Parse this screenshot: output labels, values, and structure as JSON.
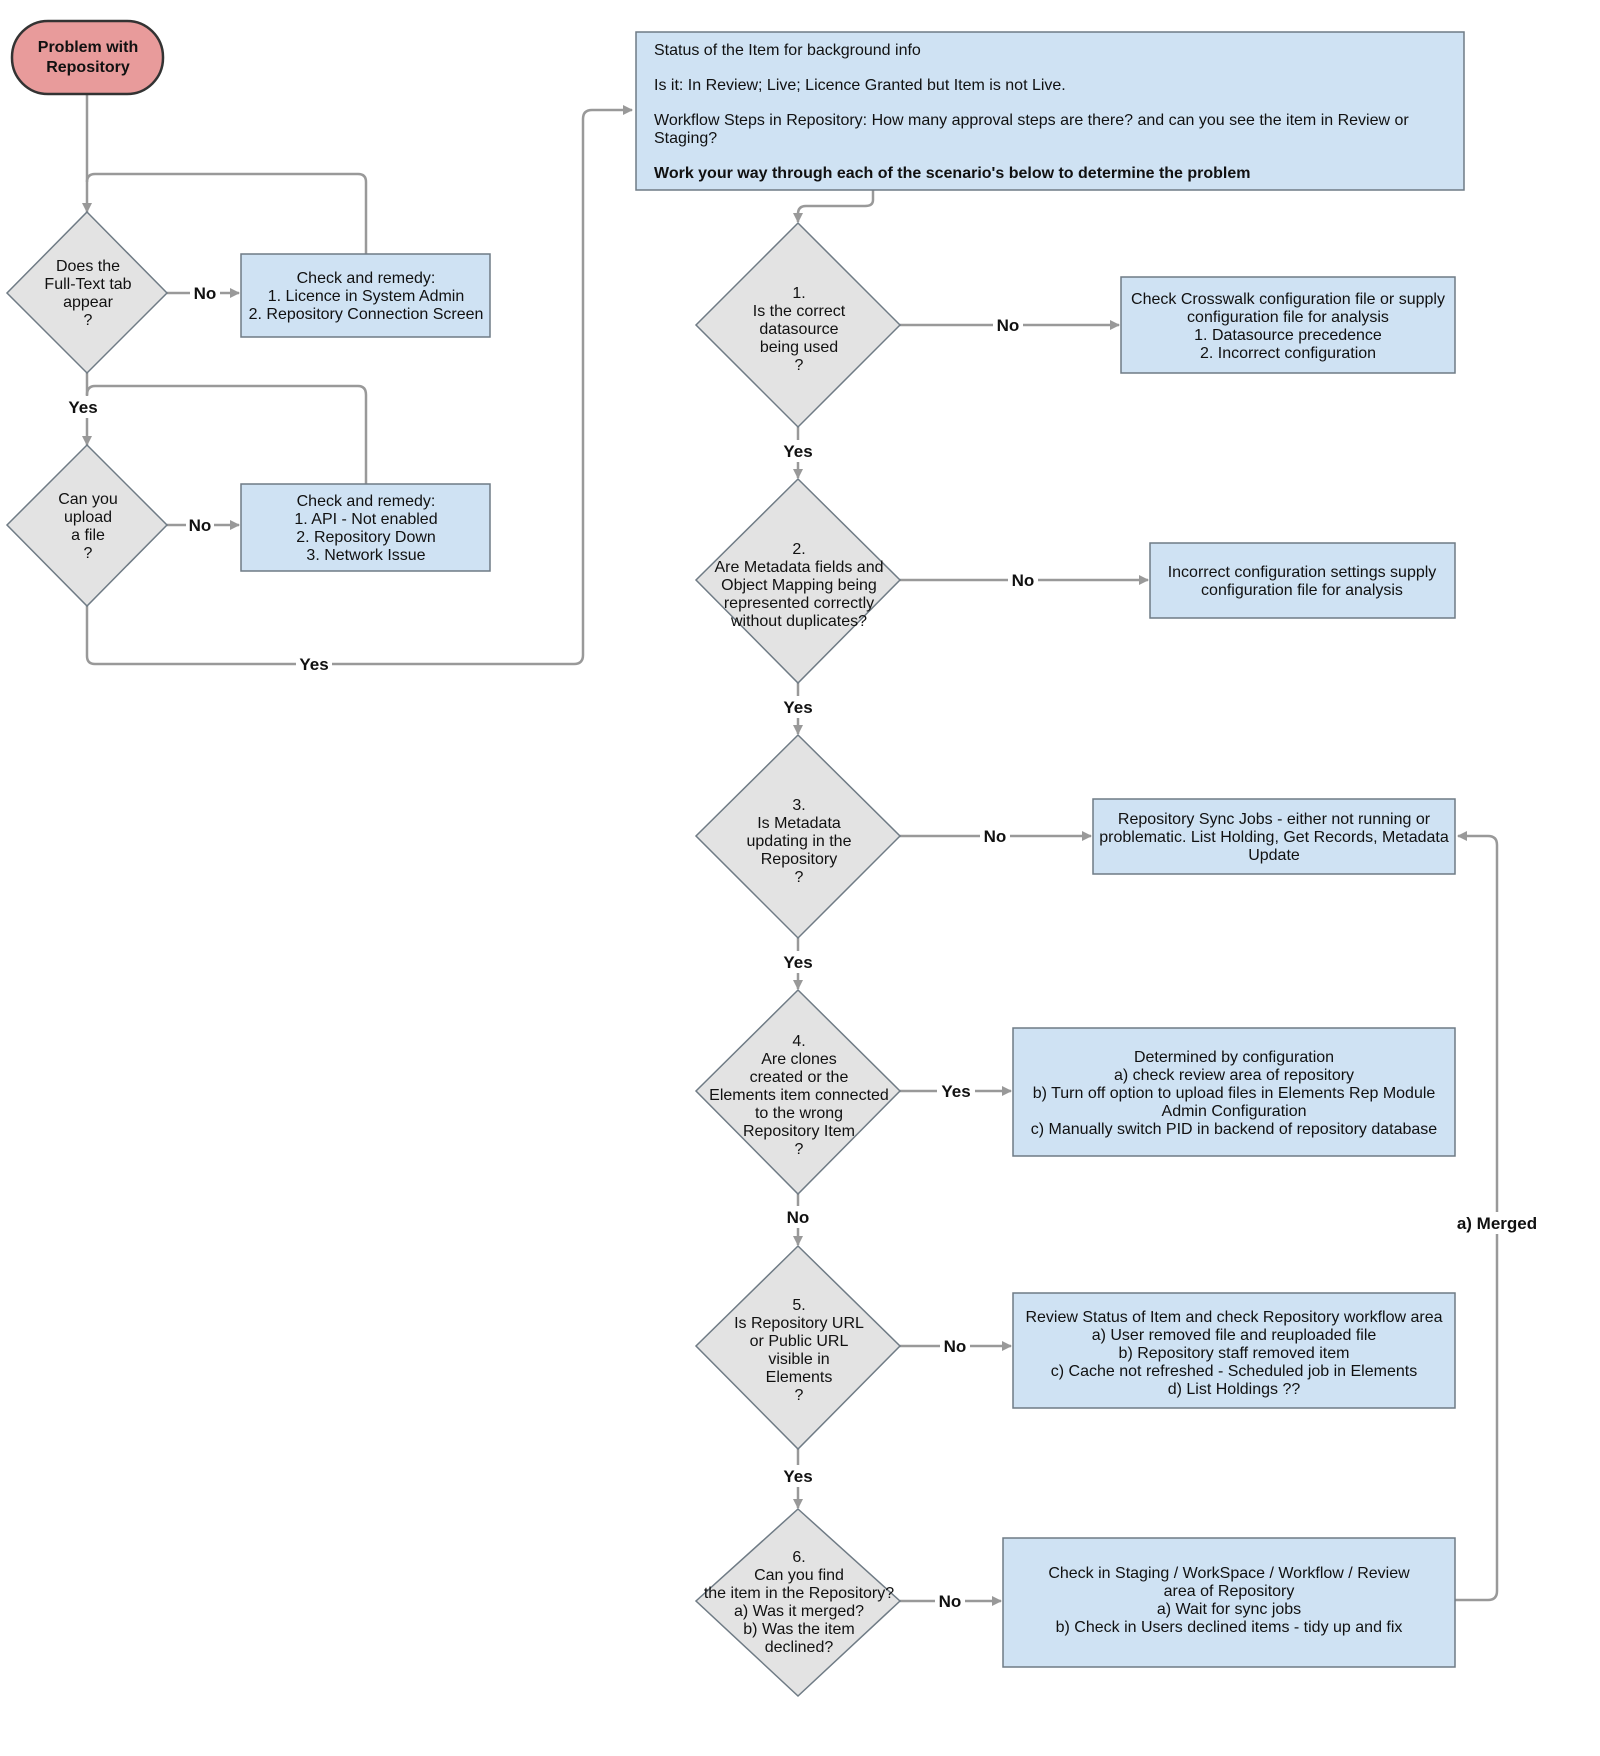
{
  "start": {
    "lines": [
      "Problem with",
      "Repository"
    ]
  },
  "q_fulltext": {
    "lines": [
      "Does the",
      "Full-Text tab",
      "appear",
      "?"
    ]
  },
  "remedy_fulltext": {
    "lines": [
      "Check and remedy:",
      "1. Licence in System Admin",
      "2. Repository Connection Screen"
    ]
  },
  "q_upload": {
    "lines": [
      "Can you",
      "upload",
      "a file",
      "?"
    ]
  },
  "remedy_upload": {
    "lines": [
      "Check and remedy:",
      "1. API - Not enabled",
      "2. Repository Down",
      "3. Network Issue"
    ]
  },
  "status_box": {
    "line1": "Status of the Item for background info",
    "line2": "Is it: In Review; Live; Licence Granted but Item is not Live.",
    "line3a": "Workflow Steps in Repository: How many approval steps are there? and can you see the item in Review or",
    "line3b": "Staging?",
    "line4": "Work your way through each of the scenario's below to determine the problem"
  },
  "q1": {
    "lines": [
      "1.",
      "Is the correct",
      "datasource",
      "being used",
      "?"
    ]
  },
  "a1": {
    "lines": [
      "Check Crosswalk configuration file or supply",
      "configuration file for analysis",
      "1. Datasource precedence",
      "2. Incorrect configuration"
    ]
  },
  "q2": {
    "lines": [
      "2.",
      "Are Metadata fields and",
      "Object Mapping being",
      "represented correctly",
      "without duplicates?"
    ]
  },
  "a2": {
    "lines": [
      "Incorrect configuration settings supply",
      "configuration file for analysis"
    ]
  },
  "q3": {
    "lines": [
      "3.",
      "Is Metadata",
      "updating in the",
      "Repository",
      "?"
    ]
  },
  "a3": {
    "lines": [
      "Repository Sync Jobs - either not running or",
      "problematic. List Holding, Get Records, Metadata",
      "Update"
    ]
  },
  "q4": {
    "lines": [
      "4.",
      "Are clones",
      "created or the",
      "Elements item connected",
      "to the wrong",
      "Repository Item",
      "?"
    ]
  },
  "a4": {
    "lines": [
      "Determined by configuration",
      "a) check review area of repository",
      "b) Turn off option to upload files in Elements Rep Module",
      "Admin Configuration",
      "c) Manually switch PID in backend of repository database"
    ]
  },
  "q5": {
    "lines": [
      "5.",
      "Is Repository URL",
      "or Public URL",
      "visible in",
      "Elements",
      "?"
    ]
  },
  "a5": {
    "lines": [
      "Review Status of Item and check Repository workflow area",
      "a) User removed file and reuploaded file",
      "b) Repository staff removed item",
      "c) Cache not refreshed - Scheduled job in Elements",
      "d) List Holdings ??"
    ]
  },
  "q6": {
    "lines": [
      "6.",
      "Can you find",
      "the item in the Repository?",
      "a) Was it merged?",
      "b) Was the item",
      "declined?"
    ]
  },
  "a6": {
    "lines": [
      "Check in Staging / WorkSpace / Workflow / Review",
      "area of Repository",
      "a) Wait for sync jobs",
      "b) Check in Users declined items - tidy up and fix"
    ]
  },
  "edge_labels": {
    "no": "No",
    "yes": "Yes",
    "merged": "a) Merged"
  }
}
